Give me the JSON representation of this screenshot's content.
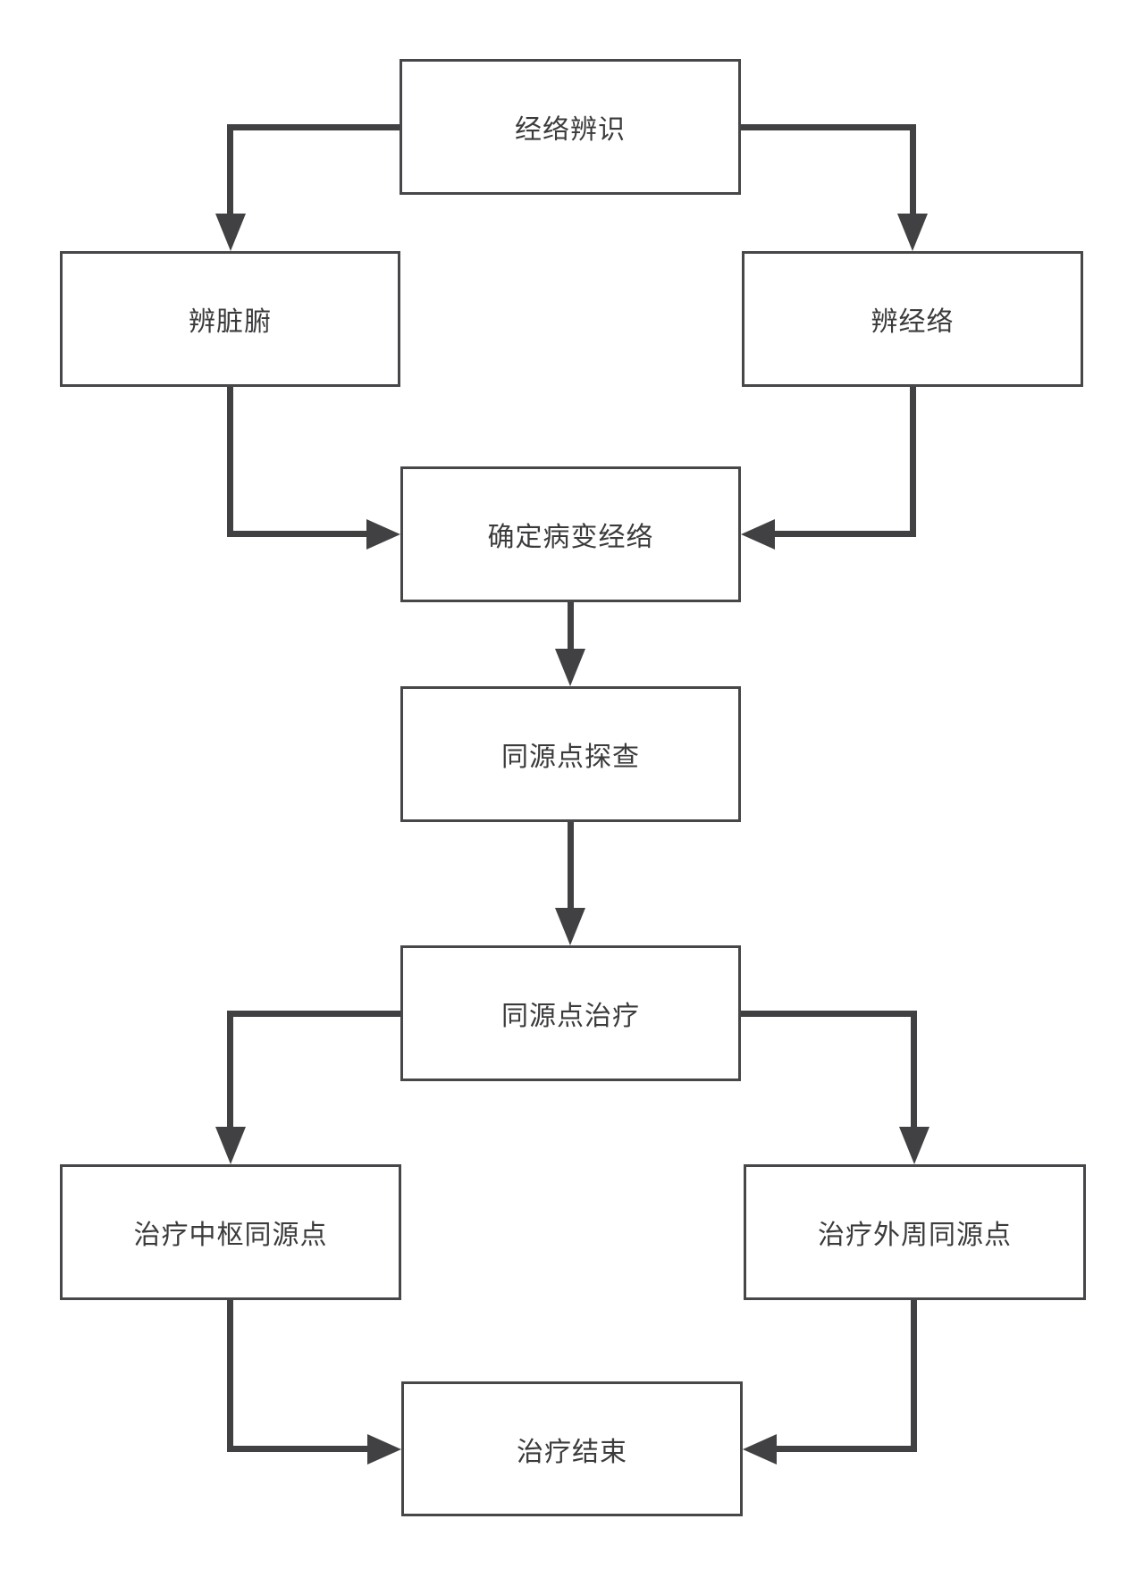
{
  "diagram": {
    "type": "flowchart",
    "language": "zh",
    "colors": {
      "background": "#ffffff",
      "box_fill": "#ffffff",
      "box_border": "#47474a",
      "connector": "#414144",
      "text": "#3b3b3d"
    },
    "nodes": [
      {
        "id": "meridian-identification",
        "label": "经络辨识"
      },
      {
        "id": "differentiate-zangfu",
        "label": "辨脏腑"
      },
      {
        "id": "differentiate-meridians",
        "label": "辨经络"
      },
      {
        "id": "determine-diseased-meridian",
        "label": "确定病变经络"
      },
      {
        "id": "homologous-point-detection",
        "label": "同源点探查"
      },
      {
        "id": "homologous-point-treatment",
        "label": "同源点治疗"
      },
      {
        "id": "treat-central-homologous-points",
        "label": "治疗中枢同源点"
      },
      {
        "id": "treat-peripheral-homologous-points",
        "label": "治疗外周同源点"
      },
      {
        "id": "treatment-end",
        "label": "治疗结束"
      }
    ],
    "edges": [
      {
        "from": "meridian-identification",
        "to": "differentiate-zangfu"
      },
      {
        "from": "meridian-identification",
        "to": "differentiate-meridians"
      },
      {
        "from": "differentiate-zangfu",
        "to": "determine-diseased-meridian"
      },
      {
        "from": "differentiate-meridians",
        "to": "determine-diseased-meridian"
      },
      {
        "from": "determine-diseased-meridian",
        "to": "homologous-point-detection"
      },
      {
        "from": "homologous-point-detection",
        "to": "homologous-point-treatment"
      },
      {
        "from": "homologous-point-treatment",
        "to": "treat-central-homologous-points"
      },
      {
        "from": "homologous-point-treatment",
        "to": "treat-peripheral-homologous-points"
      },
      {
        "from": "treat-central-homologous-points",
        "to": "treatment-end"
      },
      {
        "from": "treat-peripheral-homologous-points",
        "to": "treatment-end"
      }
    ]
  }
}
